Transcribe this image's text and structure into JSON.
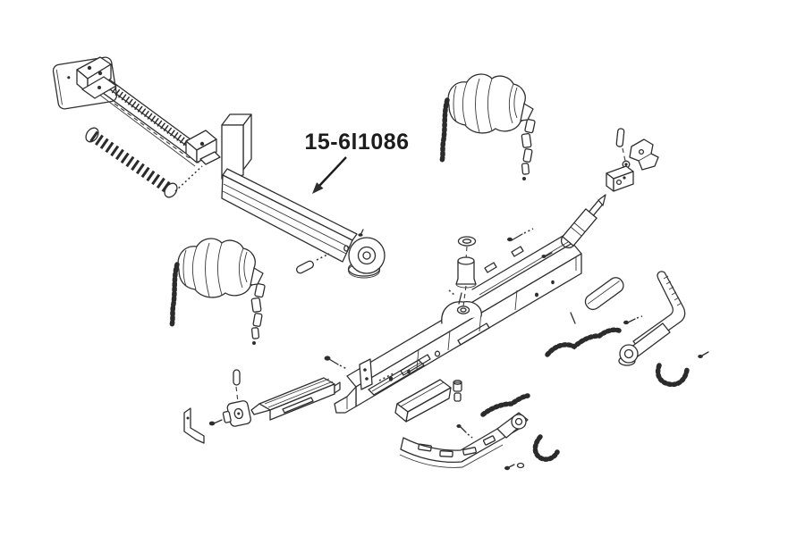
{
  "diagram": {
    "part_label": "15-6l1086",
    "background_color": "#ffffff",
    "line_color": "#2e2e2e",
    "label_color": "#1c1c1c",
    "parts": [
      "mounting-plate",
      "rail-assembly",
      "coil-spring",
      "swing-arm",
      "pulley-end",
      "ribbed-boot-upper",
      "ribbed-boot-lower",
      "main-frame-beam",
      "bushing-assembly",
      "hydraulic-cylinder",
      "clamp-bracket",
      "mount-block",
      "bent-lever",
      "roller-link",
      "wedge-pad",
      "side-pad",
      "curved-arm",
      "channel-rail",
      "pivot-block",
      "l-bracket",
      "chain-segments",
      "pins-and-bolts"
    ]
  }
}
